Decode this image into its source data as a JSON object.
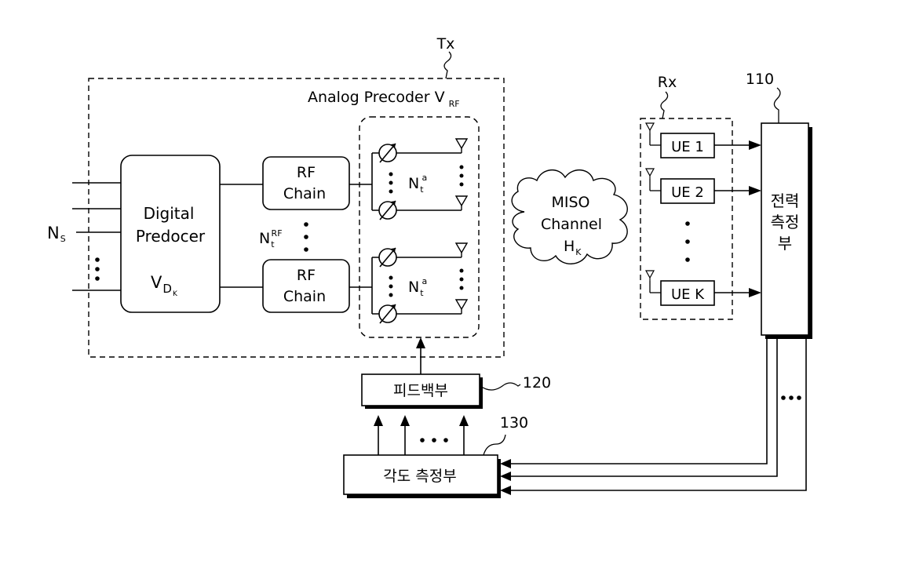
{
  "tx": {
    "label": "Tx",
    "analog_precoder": "Analog Precoder V",
    "analog_precoder_sub": "RF"
  },
  "digital_precoder": {
    "line1": "Digital",
    "line2": "Predocer",
    "v_main": "V",
    "v_sub": "D",
    "v_subsub": "K"
  },
  "ns": {
    "main": "N",
    "sub": "S"
  },
  "rf_chain": {
    "line1": "RF",
    "line2": "Chain"
  },
  "nt_rf": {
    "main": "N",
    "sub": "t",
    "sup": "RF"
  },
  "nt_a": {
    "main": "N",
    "sub": "t",
    "sup": "a"
  },
  "channel": {
    "line1": "MISO",
    "line2": "Channel",
    "h_main": "H",
    "h_sub": "K"
  },
  "rx": {
    "label": "Rx",
    "ue1": "UE 1",
    "ue2": "UE 2",
    "uek": "UE K"
  },
  "power_unit": {
    "ref": "110",
    "line1": "전력",
    "line2": "측정",
    "line3": "부"
  },
  "feedback_unit": {
    "ref": "120",
    "label": "피드백부"
  },
  "angle_unit": {
    "ref": "130",
    "label": "각도 측정부"
  }
}
